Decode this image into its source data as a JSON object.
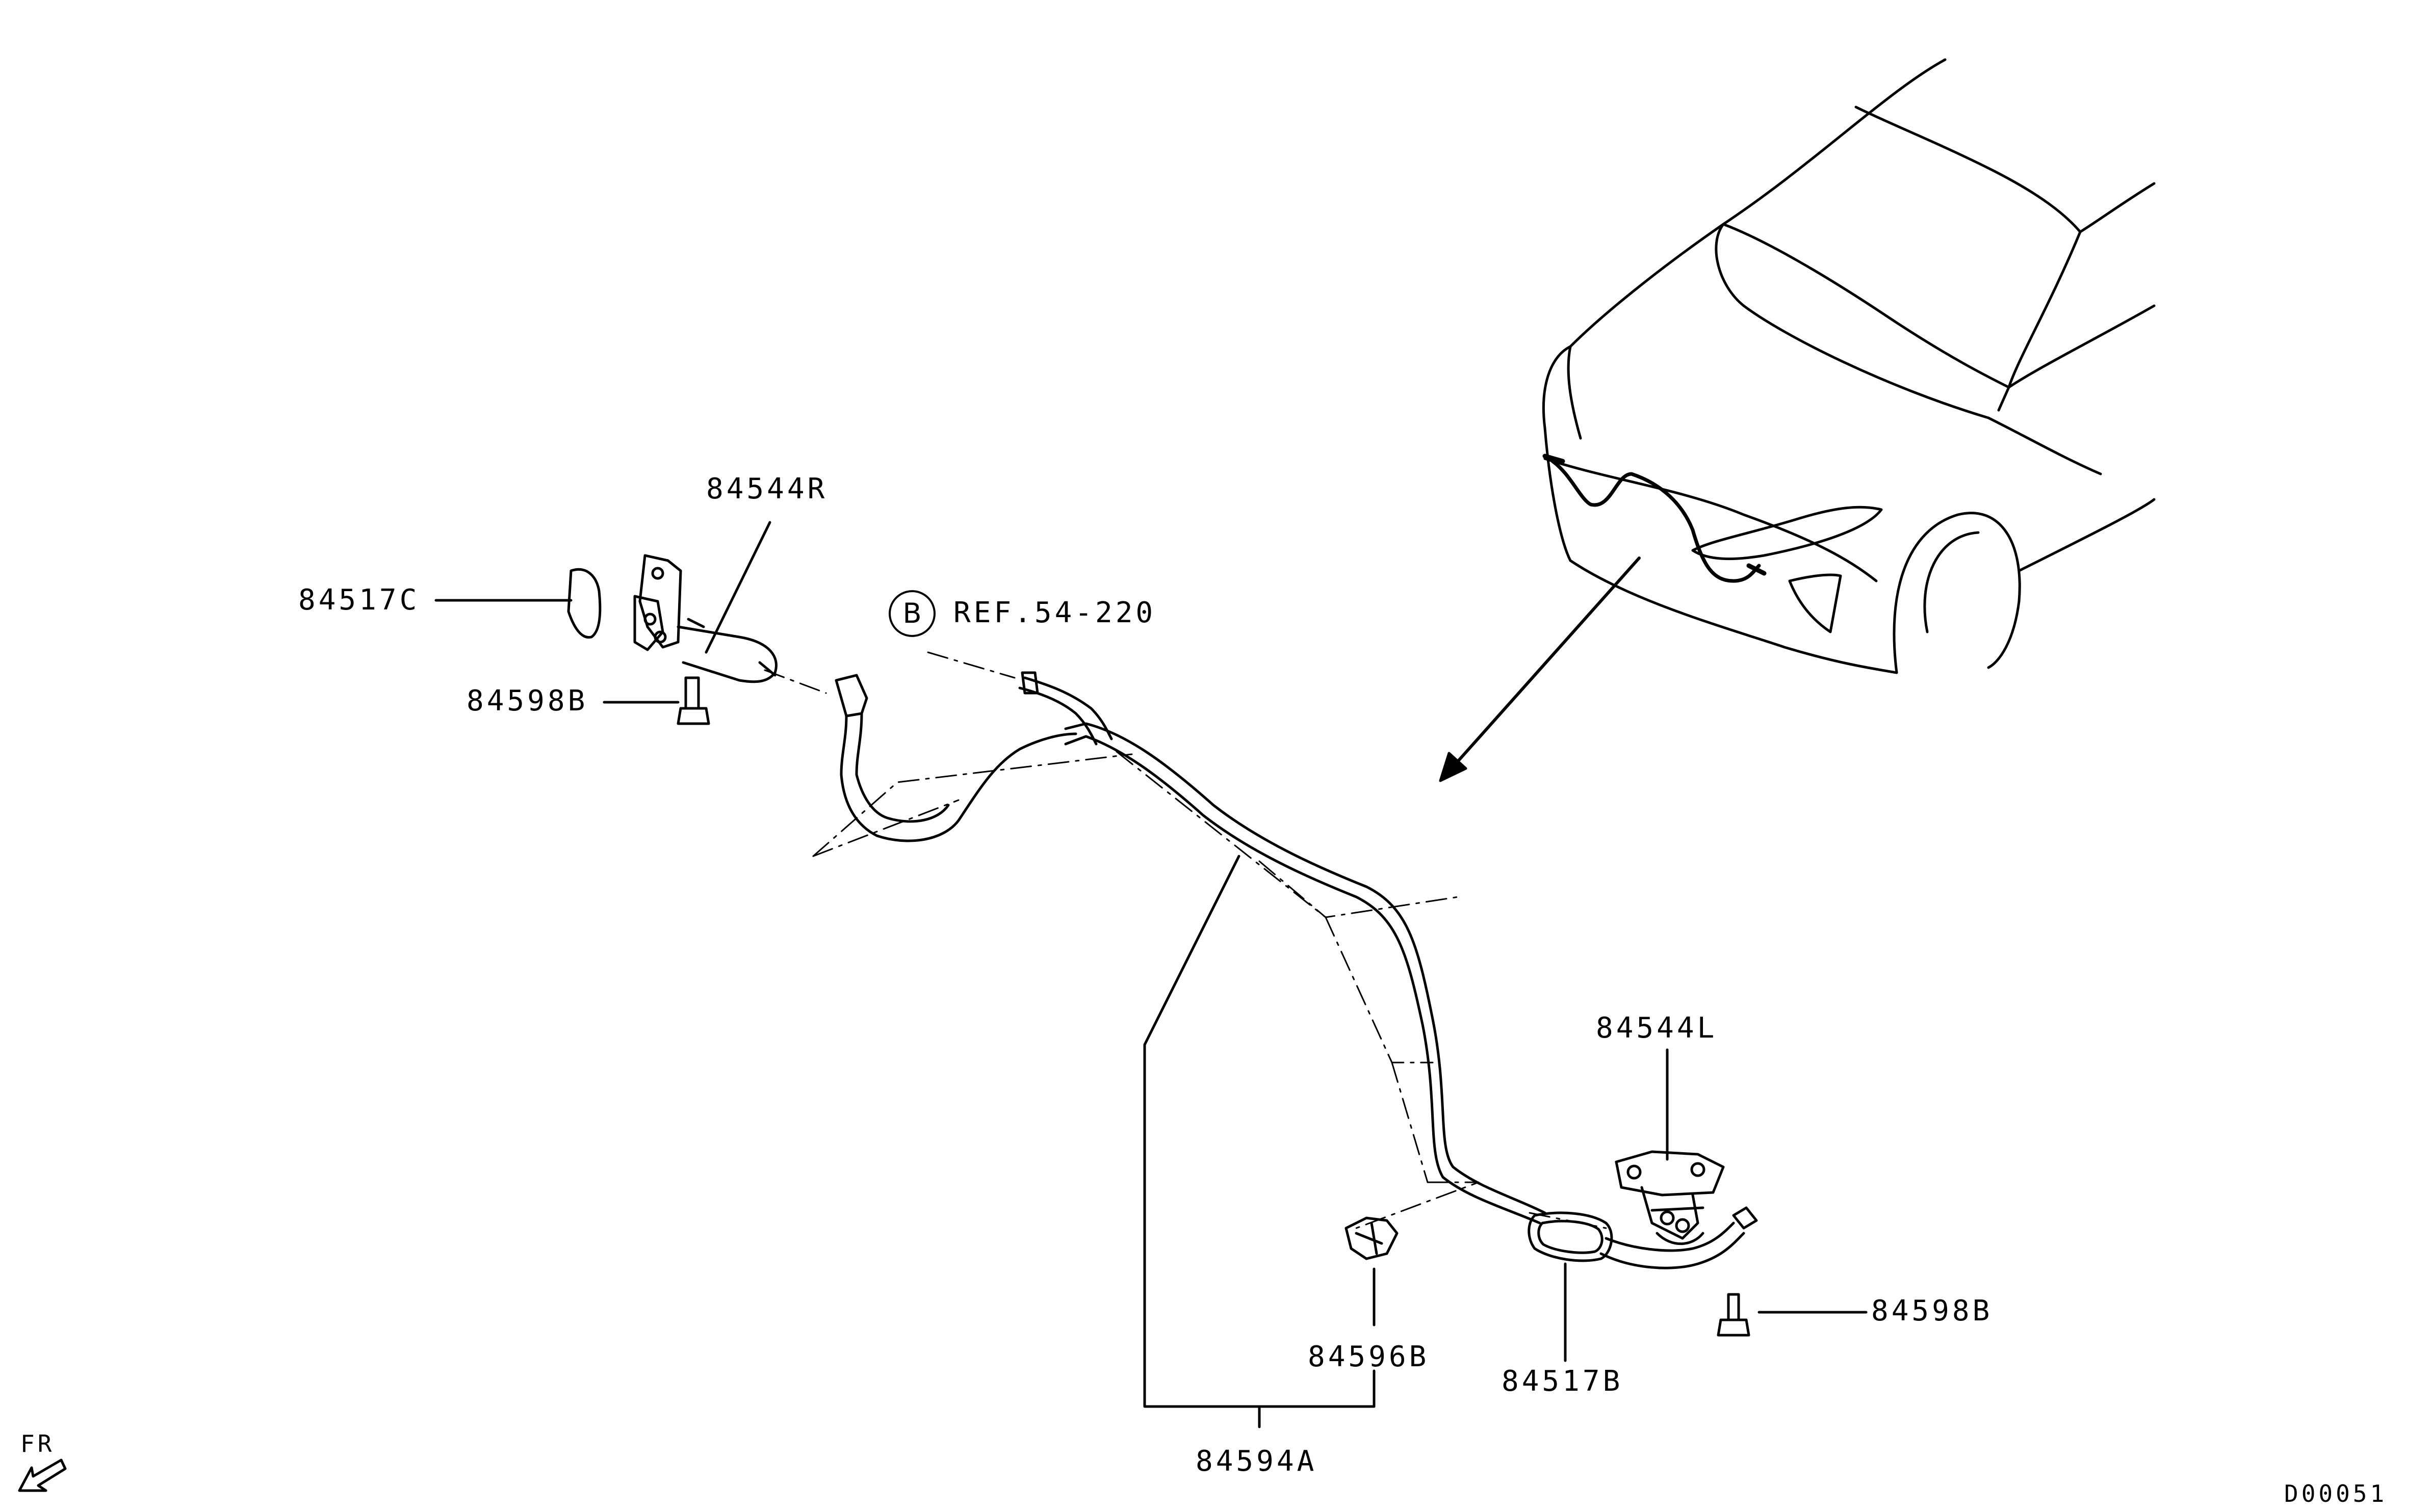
{
  "parts": {
    "p84544R": "84544R",
    "p84517C": "84517C",
    "p84598B_top": "84598B",
    "ref_circle": "B",
    "ref_text": "REF.54-220",
    "p84544L": "84544L",
    "p84598B_right": "84598B",
    "p84596B": "84596B",
    "p84517B": "84517B",
    "p84594A": "84594A"
  },
  "orientation": "FR",
  "diagram_code": "D00051",
  "colors": {
    "line": "#000000",
    "background": "#ffffff"
  }
}
